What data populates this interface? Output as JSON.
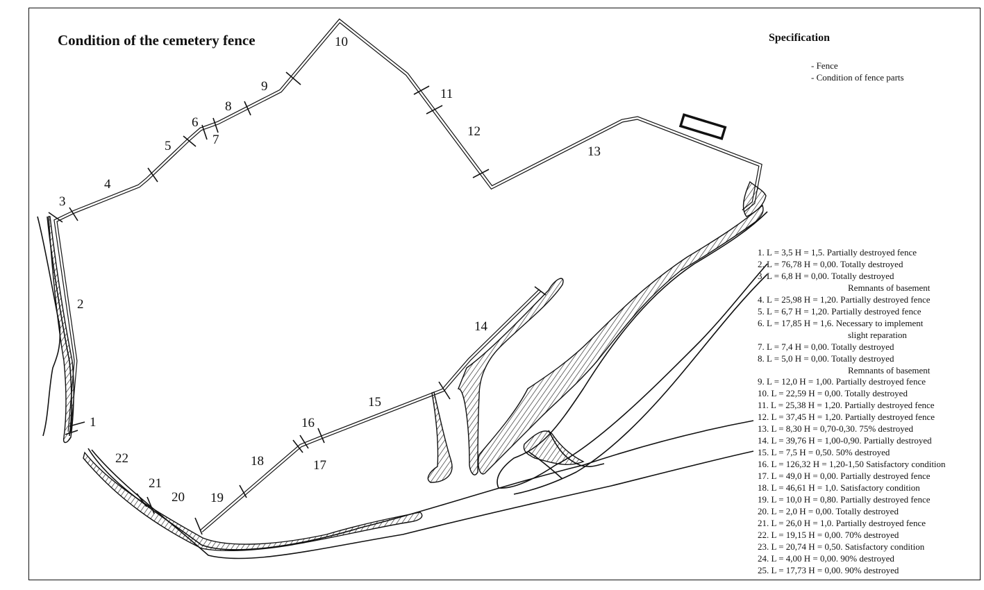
{
  "title": "Condition of the cemetery fence",
  "specification": {
    "heading": "Specification",
    "legend": [
      "- Fence",
      "- Condition of fence parts"
    ]
  },
  "segment_labels": [
    "1",
    "2",
    "3",
    "4",
    "5",
    "6",
    "7",
    "8",
    "9",
    "10",
    "11",
    "12",
    "13",
    "14",
    "15",
    "16",
    "17",
    "18",
    "19",
    "20",
    "21",
    "22"
  ],
  "specs": [
    {
      "text": "1. L = 3,5  H = 1,5.  Partially destroyed fence"
    },
    {
      "text": "2. L = 76,78  H = 0,00. Totally destroyed"
    },
    {
      "text": "3. L = 6,8  H = 0,00.  Totally destroyed",
      "note": "Remnants of basement"
    },
    {
      "text": "4. L = 25,98  H = 1,20.  Partially destroyed fence"
    },
    {
      "text": "5. L = 6,7  H = 1,20.  Partially destroyed fence"
    },
    {
      "text": "6. L = 17,85  H = 1,6.  Necessary to implement",
      "note": "slight reparation"
    },
    {
      "text": "7. L = 7,4  H = 0,00.  Totally destroyed"
    },
    {
      "text": "8. L = 5,0  H = 0,00.  Totally destroyed",
      "note": "Remnants of basement"
    },
    {
      "text": "9. L = 12,0  H = 1,00. Partially destroyed fence"
    },
    {
      "text": "10. L = 22,59  H = 0,00. Totally destroyed"
    },
    {
      "text": "11. L = 25,38  H = 1,20. Partially destroyed fence"
    },
    {
      "text": "12. L = 37,45  H = 1,20. Partially destroyed fence"
    },
    {
      "text": "13. L = 8,30  H = 0,70-0,30. 75% destroyed"
    },
    {
      "text": "14. L = 39,76  H = 1,00-0,90. Partially destroyed"
    },
    {
      "text": "15. L = 7,5  H = 0,50. 50% destroyed"
    },
    {
      "text": "16. L = 126,32  H = 1,20-1,50 Satisfactory condition"
    },
    {
      "text": "17. L = 49,0  H = 0,00. Partially destroyed fence"
    },
    {
      "text": "18. L = 46,61  H = 1,0.  Satisfactory condition"
    },
    {
      "text": "19. L = 10,0  H = 0,80. Partially destroyed fence"
    },
    {
      "text": "20. L = 2,0  H = 0,00. Totally destroyed"
    },
    {
      "text": "21. L = 26,0  H = 1,0.  Partially destroyed fence"
    },
    {
      "text": "22. L = 19,15  H = 0,00. 70% destroyed"
    },
    {
      "text": "23. L = 20,74  H = 0,50. Satisfactory condition"
    },
    {
      "text": "24. L = 4,00  H = 0,00. 90% destroyed"
    },
    {
      "text": "25. L = 17,73  H = 0,00. 90% destroyed"
    }
  ],
  "colors": {
    "ink": "#111111",
    "paper": "#ffffff"
  }
}
